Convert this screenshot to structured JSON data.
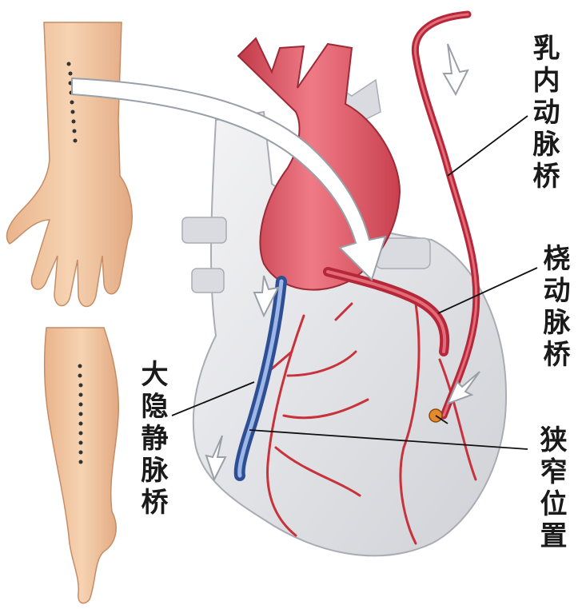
{
  "labels": {
    "mammary_artery_bridge": "乳内动脉桥",
    "radial_artery_bridge": "桡动脉桥",
    "saphenous_vein_bridge": "大隐静脉桥",
    "stenosis_site": "狭窄位置"
  },
  "colors": {
    "artery": "#c8323c",
    "aorta": "#d9505e",
    "vein": "#4a6fb0",
    "heart": "#e6e7ea",
    "skin": "#f2c9a3",
    "arrow": "#ffffff"
  }
}
